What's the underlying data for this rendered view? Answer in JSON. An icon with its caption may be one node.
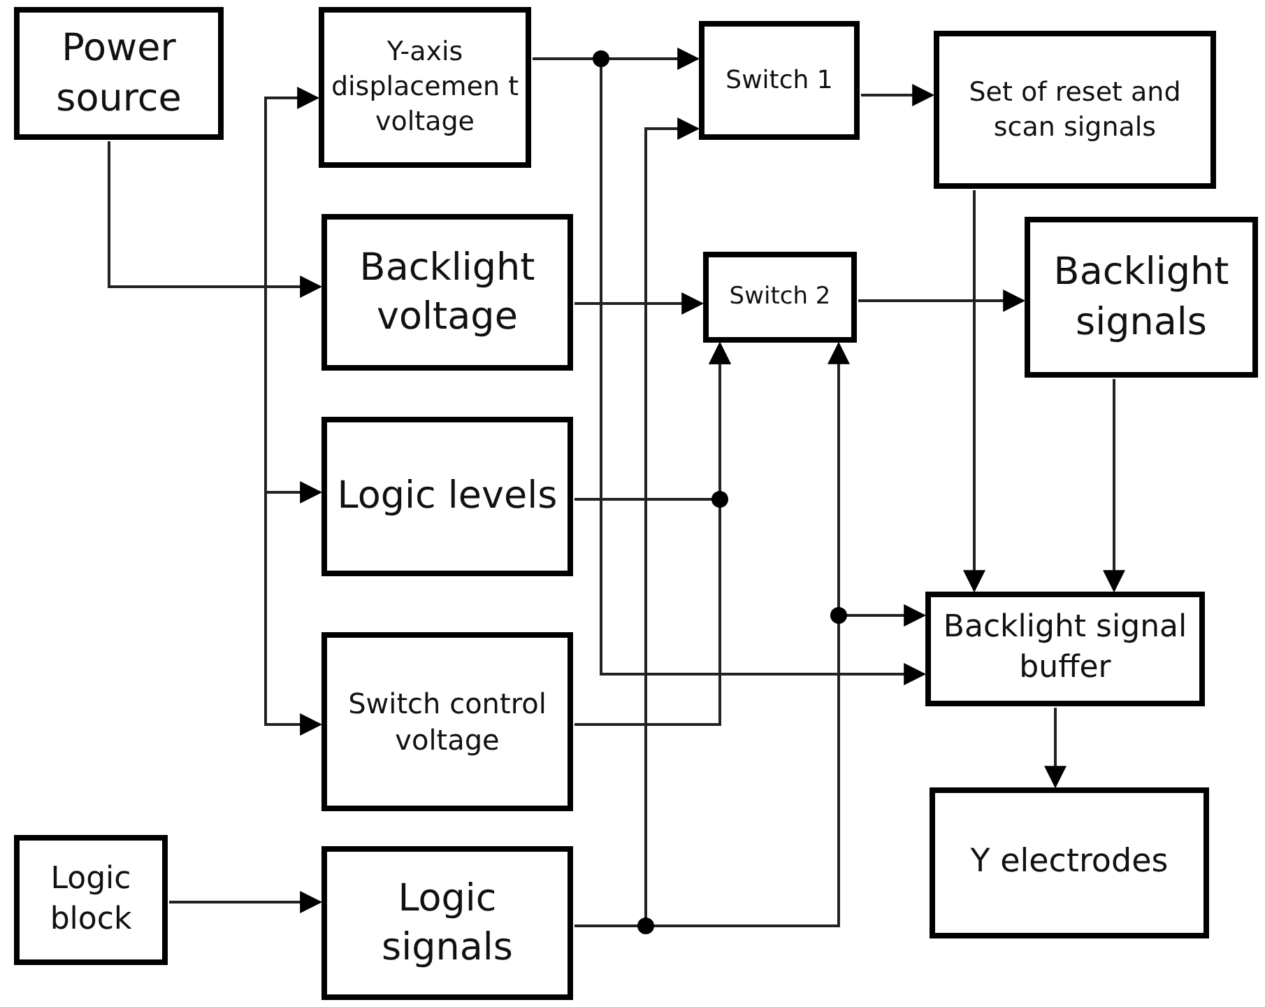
{
  "diagram": {
    "nodes": [
      {
        "text": [
          "Power source"
        ]
      },
      {
        "text": [
          "Y-axis displacemen t voltage"
        ]
      },
      {
        "text": [
          "Switch 1"
        ]
      },
      {
        "text": [
          "Set of reset and scan signals"
        ]
      },
      {
        "text": [
          "Backlight voltage"
        ]
      },
      {
        "text": [
          "Switch 2"
        ]
      },
      {
        "text": [
          "Backlight signals"
        ]
      },
      {
        "text": [
          "Logic levels"
        ]
      },
      {
        "text": [
          "Switch control voltage"
        ]
      },
      {
        "text": [
          "Backlight signal buffer"
        ]
      },
      {
        "text": [
          "Y electrodes"
        ]
      },
      {
        "text": [
          "Logic block"
        ]
      },
      {
        "text": [
          "Logic signals"
        ]
      }
    ],
    "edges": [
      {
        "from": 0,
        "to": 1,
        "arrow": "to"
      },
      {
        "from": 0,
        "to": 4,
        "arrow": "to"
      },
      {
        "from": 0,
        "to": 7,
        "arrow": "to"
      },
      {
        "from": 0,
        "to": 8,
        "arrow": "to"
      },
      {
        "from": 1,
        "to": 2,
        "arrow": "to"
      },
      {
        "from": 1,
        "to": 9,
        "arrow": "to"
      },
      {
        "from": 2,
        "to": 3,
        "arrow": "to"
      },
      {
        "from": 12,
        "to": 2,
        "arrow": "to"
      },
      {
        "from": 4,
        "to": 5,
        "arrow": "to"
      },
      {
        "from": 5,
        "to": 6,
        "arrow": "to"
      },
      {
        "from": 7,
        "to": 5,
        "arrow": "to"
      },
      {
        "from": 8,
        "to": 5,
        "arrow": "to"
      },
      {
        "from": 12,
        "to": 5,
        "arrow": "to"
      },
      {
        "from": 12,
        "to": 9,
        "arrow": "to"
      },
      {
        "from": 3,
        "to": 9,
        "arrow": "to"
      },
      {
        "from": 6,
        "to": 9,
        "arrow": "to"
      },
      {
        "from": 9,
        "to": 10,
        "arrow": "to"
      },
      {
        "from": 11,
        "to": 12,
        "arrow": "to"
      }
    ]
  }
}
